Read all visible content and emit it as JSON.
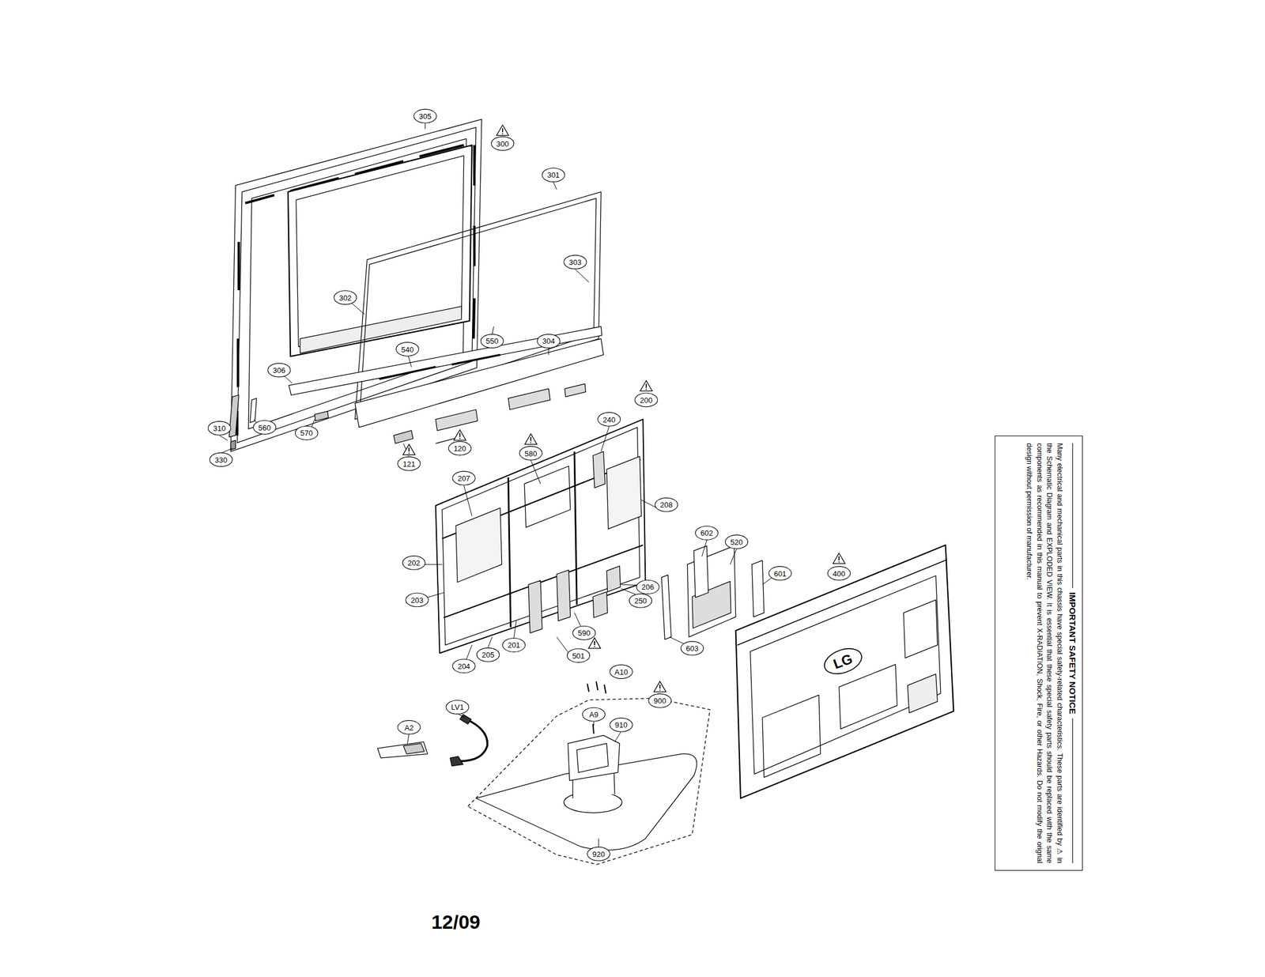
{
  "diagram": {
    "nodes": [
      {
        "text": [
          "IMPORTANT SAFETY NOTICE",
          "Many electrical and mechanical parts in this chassis have special safety-related characteristics. These parts are identified by ⚠ in the Schematic Diagram and EXPLODED VIEW. It is essential that these special safety parts should be replaced with the same components as recommended in this manual to prevent X-RADIATION, Shock, Fire, or other Hazards. Do not modify the orignal design without permission of manufacturer."
        ]
      }
    ],
    "labels": [
      "305",
      "300",
      "301",
      "303",
      "302",
      "550",
      "304",
      "540",
      "306",
      "200",
      "240",
      "310",
      "560",
      "570",
      "120",
      "580",
      "330",
      "121",
      "207",
      "208",
      "602",
      "520",
      "202",
      "601",
      "400",
      "206",
      "203",
      "250",
      "590",
      "201",
      "603",
      "205",
      "501",
      "204",
      "A10",
      "900",
      "LV1",
      "A9",
      "910",
      "A2",
      "920",
      "LG",
      "12/09"
    ]
  }
}
